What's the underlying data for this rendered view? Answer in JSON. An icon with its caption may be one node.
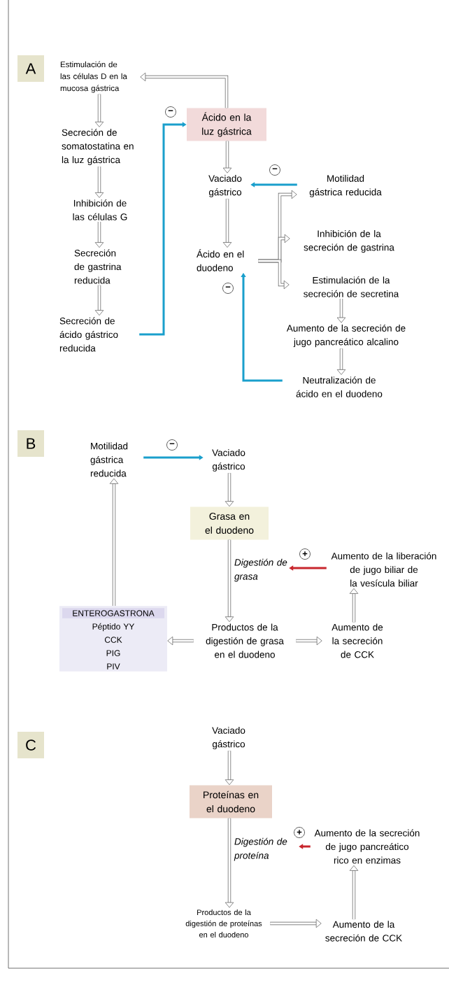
{
  "diagram": {
    "nodes": [
      {
        "text": [
          "A"
        ]
      },
      {
        "text": [
          "Estimulación de las células D en la mucosa gástrica"
        ]
      },
      {
        "text": [
          "Ácido en la luz gástrica"
        ]
      },
      {
        "text": [
          "Secreción de somatostatina en la luz gástrica"
        ]
      },
      {
        "text": [
          "Inhibición de las células G"
        ]
      },
      {
        "text": [
          "Secreción de gastrina reducida"
        ]
      },
      {
        "text": [
          "Secreción de ácido gástrico reducida"
        ]
      },
      {
        "text": [
          "Vaciado gástrico"
        ]
      },
      {
        "text": [
          "Motilidad gástrica reducida"
        ]
      },
      {
        "text": [
          "Ácido en el duodeno"
        ]
      },
      {
        "text": [
          "Inhibición de la secreción de gastrina"
        ]
      },
      {
        "text": [
          "Estimulación de la secreción de secretina"
        ]
      },
      {
        "text": [
          "Aumento de la secreción de jugo pancreático alcalino"
        ]
      },
      {
        "text": [
          "Neutralización de ácido en el duodeno"
        ]
      },
      {
        "text": [
          "B"
        ]
      },
      {
        "text": [
          "Motilidad gástrica reducida"
        ]
      },
      {
        "text": [
          "Vaciado gástrico"
        ]
      },
      {
        "text": [
          "Grasa en el duodeno"
        ]
      },
      {
        "text": [
          "Digestión de grasa"
        ]
      },
      {
        "text": [
          "Aumento de la liberación de jugo biliar de la vesícula biliar"
        ]
      },
      {
        "text": [
          "Productos de la digestión de grasa en el duodeno"
        ]
      },
      {
        "text": [
          "Aumento de la secreción de CCK"
        ]
      },
      {
        "text": [
          "ENTEROGASTRONA",
          "Péptido YY",
          "CCK",
          "PIG",
          "PIV"
        ]
      },
      {
        "text": [
          "C"
        ]
      },
      {
        "text": [
          "Vaciado gástrico"
        ]
      },
      {
        "text": [
          "Proteínas en el duodeno"
        ]
      },
      {
        "text": [
          "Digestión de proteína"
        ]
      },
      {
        "text": [
          "Aumento de la secreción de jugo pancreático rico en enzimas"
        ]
      },
      {
        "text": [
          "Productos de la digestión de proteínas en el duodeno"
        ]
      },
      {
        "text": [
          "Aumento de la secreción de CCK"
        ]
      }
    ],
    "edges": [
      {
        "from": 2,
        "to": 1,
        "arrow": "to"
      },
      {
        "from": 1,
        "to": 3,
        "arrow": "to"
      },
      {
        "from": 3,
        "to": 4,
        "arrow": "to"
      },
      {
        "from": 4,
        "to": 5,
        "arrow": "to"
      },
      {
        "from": 5,
        "to": 6,
        "arrow": "to"
      },
      {
        "from": 6,
        "to": 2,
        "arrow": "to",
        "label": "−",
        "color": "#1a9fcc"
      },
      {
        "from": 2,
        "to": 7,
        "arrow": "to"
      },
      {
        "from": 8,
        "to": 7,
        "arrow": "to",
        "label": "−",
        "color": "#1a9fcc"
      },
      {
        "from": 7,
        "to": 9,
        "arrow": "to"
      },
      {
        "from": 9,
        "to": 8,
        "arrow": "to"
      },
      {
        "from": 9,
        "to": 10,
        "arrow": "to"
      },
      {
        "from": 9,
        "to": 11,
        "arrow": "to"
      },
      {
        "from": 11,
        "to": 12,
        "arrow": "to"
      },
      {
        "from": 12,
        "to": 13,
        "arrow": "to"
      },
      {
        "from": 13,
        "to": 9,
        "arrow": "to",
        "label": "−",
        "color": "#1a9fcc"
      },
      {
        "from": 15,
        "to": 16,
        "arrow": "to",
        "label": "−",
        "color": "#1a9fcc"
      },
      {
        "from": 16,
        "to": 17,
        "arrow": "to"
      },
      {
        "from": 17,
        "to": 20,
        "arrow": "to"
      },
      {
        "from": 19,
        "to": 18,
        "arrow": "to",
        "label": "+",
        "color": "#c8262d"
      },
      {
        "from": 21,
        "to": 19,
        "arrow": "to"
      },
      {
        "from": 20,
        "to": 21,
        "arrow": "to"
      },
      {
        "from": 20,
        "to": 22,
        "arrow": "to"
      },
      {
        "from": 22,
        "to": 15,
        "arrow": "to"
      },
      {
        "from": 24,
        "to": 25,
        "arrow": "to"
      },
      {
        "from": 25,
        "to": 28,
        "arrow": "to"
      },
      {
        "from": 27,
        "to": 26,
        "arrow": "to",
        "label": "+",
        "color": "#c8262d"
      },
      {
        "from": 29,
        "to": 27,
        "arrow": "to"
      },
      {
        "from": 28,
        "to": 29,
        "arrow": "to"
      }
    ]
  }
}
